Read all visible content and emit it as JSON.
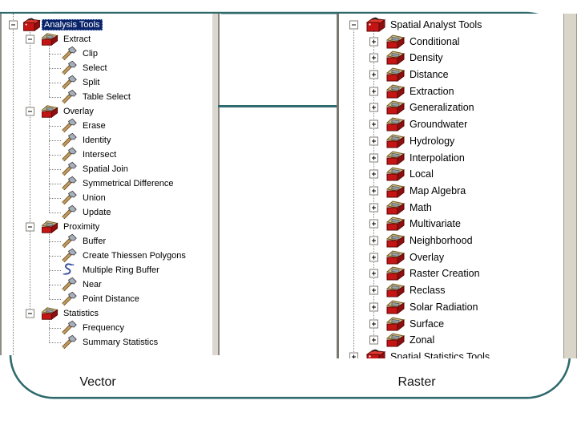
{
  "slide": {
    "vector_label": "Vector",
    "raster_label": "Raster"
  },
  "colors": {
    "accent_teal": "#2f6a6c",
    "selection_bg": "#0a246a",
    "selection_text": "#ffffff",
    "panel_bg": "#ffffff",
    "scrollbar_beige": "#d9d5c9",
    "guide_gray": "#7f7f7f",
    "toolbox_red": "#c41414",
    "toolset_lid_tan": "#cdb97e"
  },
  "left_tree": {
    "name": "analysis-tools-tree",
    "items": [
      {
        "label": "Analysis Tools",
        "level": 0,
        "icon": "toolbox",
        "expander": "minus",
        "selected": true
      },
      {
        "label": "Extract",
        "level": 1,
        "icon": "toolset",
        "expander": "minus"
      },
      {
        "label": "Clip",
        "level": 2,
        "icon": "tool"
      },
      {
        "label": "Select",
        "level": 2,
        "icon": "tool"
      },
      {
        "label": "Split",
        "level": 2,
        "icon": "tool"
      },
      {
        "label": "Table Select",
        "level": 2,
        "icon": "tool"
      },
      {
        "label": "Overlay",
        "level": 1,
        "icon": "toolset",
        "expander": "minus"
      },
      {
        "label": "Erase",
        "level": 2,
        "icon": "tool"
      },
      {
        "label": "Identity",
        "level": 2,
        "icon": "tool"
      },
      {
        "label": "Intersect",
        "level": 2,
        "icon": "tool"
      },
      {
        "label": "Spatial Join",
        "level": 2,
        "icon": "tool"
      },
      {
        "label": "Symmetrical Difference",
        "level": 2,
        "icon": "tool"
      },
      {
        "label": "Union",
        "level": 2,
        "icon": "tool"
      },
      {
        "label": "Update",
        "level": 2,
        "icon": "tool"
      },
      {
        "label": "Proximity",
        "level": 1,
        "icon": "toolset",
        "expander": "minus"
      },
      {
        "label": "Buffer",
        "level": 2,
        "icon": "tool"
      },
      {
        "label": "Create Thiessen Polygons",
        "level": 2,
        "icon": "tool"
      },
      {
        "label": "Multiple Ring Buffer",
        "level": 2,
        "icon": "script"
      },
      {
        "label": "Near",
        "level": 2,
        "icon": "tool"
      },
      {
        "label": "Point Distance",
        "level": 2,
        "icon": "tool"
      },
      {
        "label": "Statistics",
        "level": 1,
        "icon": "toolset",
        "expander": "minus"
      },
      {
        "label": "Frequency",
        "level": 2,
        "icon": "tool"
      },
      {
        "label": "Summary Statistics",
        "level": 2,
        "icon": "tool"
      }
    ]
  },
  "right_tree": {
    "name": "spatial-analyst-tools-tree",
    "items": [
      {
        "label": "Spatial Analyst Tools",
        "level": 0,
        "icon": "toolbox",
        "expander": "minus"
      },
      {
        "label": "Conditional",
        "level": 1,
        "icon": "toolset",
        "expander": "plus"
      },
      {
        "label": "Density",
        "level": 1,
        "icon": "toolset",
        "expander": "plus"
      },
      {
        "label": "Distance",
        "level": 1,
        "icon": "toolset",
        "expander": "plus"
      },
      {
        "label": "Extraction",
        "level": 1,
        "icon": "toolset",
        "expander": "plus"
      },
      {
        "label": "Generalization",
        "level": 1,
        "icon": "toolset",
        "expander": "plus"
      },
      {
        "label": "Groundwater",
        "level": 1,
        "icon": "toolset",
        "expander": "plus"
      },
      {
        "label": "Hydrology",
        "level": 1,
        "icon": "toolset",
        "expander": "plus"
      },
      {
        "label": "Interpolation",
        "level": 1,
        "icon": "toolset",
        "expander": "plus"
      },
      {
        "label": "Local",
        "level": 1,
        "icon": "toolset",
        "expander": "plus"
      },
      {
        "label": "Map Algebra",
        "level": 1,
        "icon": "toolset",
        "expander": "plus"
      },
      {
        "label": "Math",
        "level": 1,
        "icon": "toolset",
        "expander": "plus"
      },
      {
        "label": "Multivariate",
        "level": 1,
        "icon": "toolset",
        "expander": "plus"
      },
      {
        "label": "Neighborhood",
        "level": 1,
        "icon": "toolset",
        "expander": "plus"
      },
      {
        "label": "Overlay",
        "level": 1,
        "icon": "toolset",
        "expander": "plus"
      },
      {
        "label": "Raster Creation",
        "level": 1,
        "icon": "toolset",
        "expander": "plus"
      },
      {
        "label": "Reclass",
        "level": 1,
        "icon": "toolset",
        "expander": "plus"
      },
      {
        "label": "Solar Radiation",
        "level": 1,
        "icon": "toolset",
        "expander": "plus"
      },
      {
        "label": "Surface",
        "level": 1,
        "icon": "toolset",
        "expander": "plus"
      },
      {
        "label": "Zonal",
        "level": 1,
        "icon": "toolset",
        "expander": "plus"
      },
      {
        "label": "Spatial Statistics Tools",
        "level": 0,
        "icon": "toolbox",
        "expander": "plus",
        "clipped": true
      }
    ]
  }
}
